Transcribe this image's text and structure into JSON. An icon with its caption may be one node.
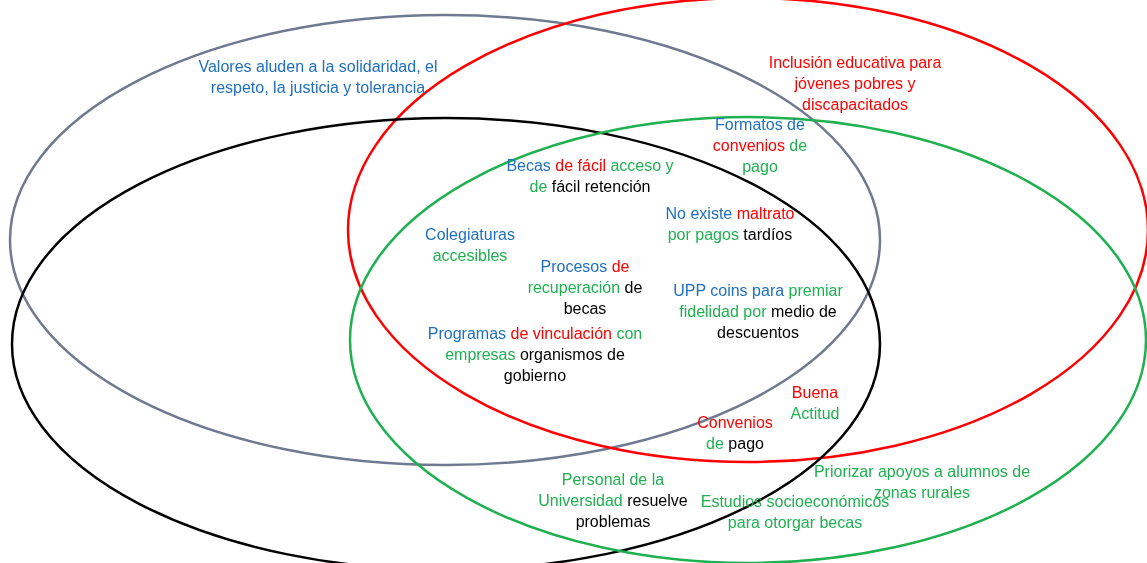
{
  "diagram": {
    "labels": [
      "Valores aluden a la solidaridad, el respeto, la justicia y tolerancia",
      "Inclusión educativa para jóvenes pobres y discapacitados",
      "Formatos de convenios de pago",
      "Becas de fácil acceso y de fácil retención",
      "Colegiaturas accesibles",
      "No existe maltrato por pagos tardíos",
      "Procesos de recuperación de becas",
      "UPP coins para premiar fidelidad por medio de descuentos",
      "Programas de vinculación con empresas organismos de gobierno",
      "Buena Actitud",
      "Convenios de pago",
      "Personal de la Universidad resuelve problemas",
      "Priorizar apoyos a alumnos de zonas rurales",
      "Estudios socioeconómicos para otorgar becas"
    ]
  }
}
